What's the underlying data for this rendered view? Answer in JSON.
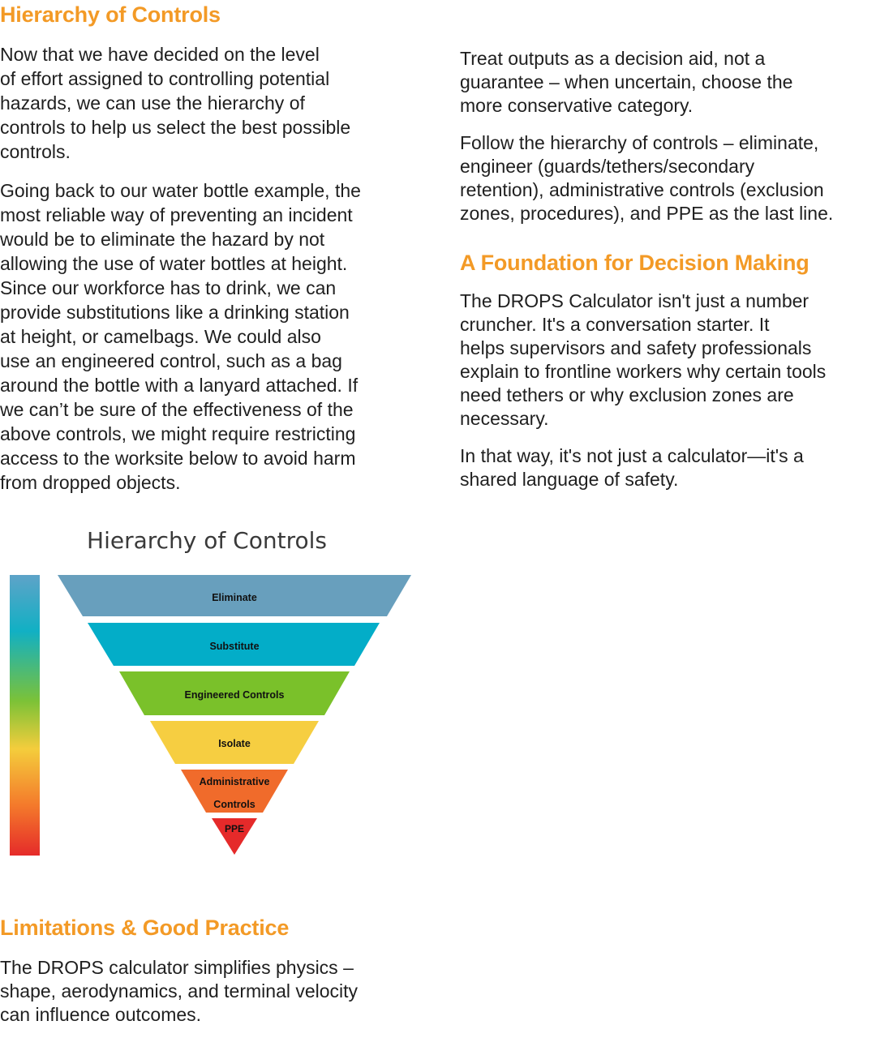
{
  "left": {
    "heading": "Hierarchy of Controls",
    "paragraph1_lines": [
      "Now that we have decided on the level",
      "of effort assigned to controlling potential",
      "hazards, we can use the hierarchy of",
      "controls to help us select the best possible",
      "controls."
    ],
    "paragraph2_lines": [
      "Going back to our water bottle example, the",
      "most reliable way of preventing an incident",
      "would be to eliminate the hazard by not",
      "allowing the use of water bottles at height.",
      "Since our workforce has to drink, we can",
      "provide substitutions like a drinking station",
      "at height, or camelbags. We could also",
      "use an engineered control, such as a bag",
      "around the bottle with a lanyard attached. If",
      "we can’t be sure of the effectiveness of the",
      "above controls, we might require restricting",
      "access to the worksite below to avoid harm",
      "from dropped objects."
    ],
    "limitations_heading": "Limitations & Good Practice",
    "limitations_lines": [
      "The DROPS calculator simplifies physics –",
      "shape, aerodynamics, and terminal velocity",
      "can influence outcomes."
    ]
  },
  "figure": {
    "title": "Hierarchy of Controls",
    "tiers": [
      {
        "label": "Eliminate",
        "color": "#689fbd"
      },
      {
        "label": "Substitute",
        "color": "#03adc8"
      },
      {
        "label": "Engineered Controls",
        "color": "#7ac12a"
      },
      {
        "label": "Isolate",
        "color": "#f6ce41"
      },
      {
        "label": "Administrative Controls",
        "label_lines": [
          "Administrative",
          "Controls"
        ],
        "color": "#f06b2b"
      },
      {
        "label": "PPE",
        "color": "#e52a2a"
      }
    ],
    "gradient_colors": [
      "#5ea3c8",
      "#11b0c4",
      "#7cc237",
      "#f4cd3c",
      "#f47a2b",
      "#e52b2a"
    ]
  },
  "right": {
    "paragraph1_lines": [
      "Treat outputs as a decision aid, not a",
      "guarantee – when uncertain, choose the",
      "more conservative category."
    ],
    "paragraph2_lines": [
      "Follow the hierarchy of controls – eliminate,",
      "engineer (guards/tethers/secondary",
      "retention), administrative controls (exclusion",
      "zones, procedures), and PPE as the last line."
    ],
    "foundation_heading": "A Foundation for Decision Making",
    "paragraph3_lines": [
      "The DROPS Calculator isn't just a number",
      "cruncher. It's a conversation starter. It",
      "helps supervisors and safety professionals",
      "explain to frontline workers why certain tools",
      "need tethers or why exclusion zones are",
      "necessary."
    ],
    "paragraph4_lines": [
      "In that way, it's not just a calculator—it's a",
      "shared language of safety."
    ]
  },
  "colors": {
    "heading_orange": "#f39a26",
    "body_text": "#1f1f1f"
  }
}
